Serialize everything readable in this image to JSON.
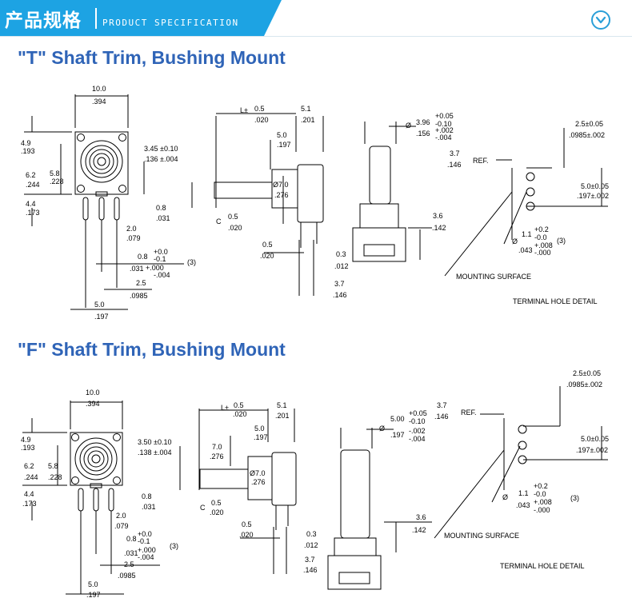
{
  "banner": {
    "title_cn": "产品规格",
    "title_en": "PRODUCT SPECIFICATION",
    "toggle_icon": "chevron-down-circle-icon",
    "accent_color": "#1da3e3"
  },
  "sections": [
    {
      "title": "\"T\" Shaft Trim, Bushing Mount",
      "dims": {
        "w_mm": "10.0",
        "w_in": ".394",
        "h1_mm": "4.9",
        "h1_in": ".193",
        "h2_mm": "6.2",
        "h2_in": ".244",
        "h3_mm": "5.8",
        "h3_in": ".228",
        "h4_mm": "4.4",
        "h4_in": ".173",
        "shaft_mm": "3.45 ±0.10",
        "shaft_in": ".136 ±.004",
        "pin_mm": "0.8",
        "pin_in": ".031",
        "pin2_mm": "2.0",
        "pin2_in": ".079",
        "pintol_mm": "0.8",
        "pintol_plus": "+0.0",
        "pintol_minus": "-0.1",
        "pintol_in": ".031",
        "pintol_in_plus": "+.000",
        "pintol_in_minus": "-.004",
        "pintol_note": "(3)",
        "pitch_mm": "2.5",
        "pitch_in": ".0985",
        "span_mm": "5.0",
        "span_in": ".197",
        "L_label": "L±",
        "L_mm": "0.5",
        "L_in": ".020",
        "bush_mm": "5.1",
        "bush_in": ".201",
        "bore_mm": "5.0",
        "bore_in": ".197",
        "dia": "Ø7.0",
        "dia_in": ".276",
        "chamfer": "C",
        "ch_mm": "0.5",
        "ch_in": ".020",
        "t1_mm": "0.5",
        "t1_in": ".020",
        "t2_mm": "0.3",
        "t2_in": ".012",
        "t3_mm": "3.7",
        "t3_in": ".146",
        "shdia_sym": "Ø",
        "shdia_mm": "3.96",
        "shdia_plus": "+0.05",
        "shdia_minus": "-0.10",
        "shdia_in": ".156",
        "shdia_in_plus": "+.002",
        "shdia_in_minus": "-.004",
        "ref_mm": "3.7",
        "ref_in": ".146",
        "ref_label": "REF.",
        "base_mm": "3.6",
        "base_in": ".142",
        "hole_pitch_mm": "2.5±0.05",
        "hole_pitch_in": ".0985±.002",
        "hole_span_mm": "5.0±0.05",
        "hole_span_in": ".197±.002",
        "hole_dia_sym": "Ø",
        "hole_mm": "1.1",
        "hole_plus": "+0.2",
        "hole_minus": "-0.0",
        "hole_in": ".043",
        "hole_in_plus": "+.008",
        "hole_in_minus": "-.000",
        "hole_note": "(3)",
        "mount_surface": "MOUNTING SURFACE",
        "terminal_detail": "TERMINAL HOLE DETAIL"
      }
    },
    {
      "title": "\"F\" Shaft Trim, Bushing Mount",
      "dims": {
        "w_mm": "10.0",
        "w_in": ".394",
        "h1_mm": "4.9",
        "h1_in": ".193",
        "h2_mm": "6.2",
        "h2_in": ".244",
        "h3_mm": "5.8",
        "h3_in": ".228",
        "h4_mm": "4.4",
        "h4_in": ".173",
        "shaft_mm": "3.50 ±0.10",
        "shaft_in": ".138 ±.004",
        "pin_mm": "0.8",
        "pin_in": ".031",
        "pin2_mm": "2.0",
        "pin2_in": ".079",
        "pintol_mm": "0.8",
        "pintol_plus": "+0.0",
        "pintol_minus": "-0.1",
        "pintol_in": ".031",
        "pintol_in_plus": "+.000",
        "pintol_in_minus": "-.004",
        "pintol_note": "(3)",
        "pitch_mm": "2.5",
        "pitch_in": ".0985",
        "span_mm": "5.0",
        "span_in": ".197",
        "L_label": "L±",
        "L_mm": "0.5",
        "L_in": ".020",
        "bush_mm": "5.1",
        "bush_in": ".201",
        "bore_mm": "5.0",
        "bore_in": ".197",
        "flat_mm": "7.0",
        "flat_in": ".276",
        "dia": "Ø7.0",
        "dia_in": ".276",
        "chamfer": "C",
        "ch_mm": "0.5",
        "ch_in": ".020",
        "t1_mm": "0.5",
        "t1_in": ".020",
        "t2_mm": "0.3",
        "t2_in": ".012",
        "t3_mm": "3.7",
        "t3_in": ".146",
        "shdia_sym": "Ø",
        "shdia_mm": "5.00",
        "shdia_plus": "+0.05",
        "shdia_minus": "-0.10",
        "shdia_in": ".197",
        "shdia_in_plus": "-.002",
        "shdia_in_minus": "-.004",
        "ref_mm": "3.7",
        "ref_in": ".146",
        "ref_label": "REF.",
        "base_mm": "3.6",
        "base_in": ".142",
        "hole_pitch_mm": "2.5±0.05",
        "hole_pitch_in": ".0985±.002",
        "hole_span_mm": "5.0±0.05",
        "hole_span_in": ".197±.002",
        "hole_dia_sym": "Ø",
        "hole_mm": "1.1",
        "hole_plus": "+0.2",
        "hole_minus": "-0.0",
        "hole_in": ".043",
        "hole_in_plus": "+.008",
        "hole_in_minus": "-.000",
        "hole_note": "(3)",
        "mount_surface": "MOUNTING SURFACE",
        "terminal_detail": "TERMINAL HOLE DETAIL"
      }
    }
  ]
}
